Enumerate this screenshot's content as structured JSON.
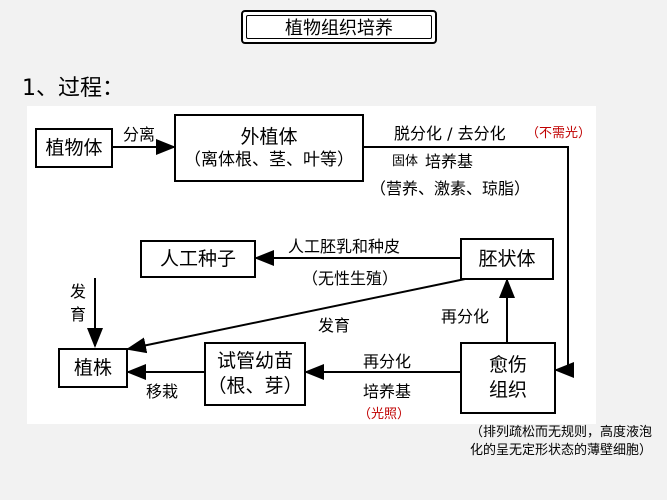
{
  "title": "植物组织培养",
  "heading": "1、过程：",
  "nodes": {
    "plant": "植物体",
    "explant_line1": "外植体",
    "explant_line2": "（离体根、茎、叶等）",
    "seed": "人工种子",
    "embryoid": "胚状体",
    "plantlet": "植株",
    "tube_line1": "试管幼苗",
    "tube_line2": "（根、芽）",
    "callus_line1": "愈伤",
    "callus_line2": "组织"
  },
  "labels": {
    "separate": "分离",
    "dediff": "脱分化 / 去分化",
    "no_light": "（不需光）",
    "solid": "固体",
    "medium": "培养基",
    "medium_contents": "（营养、激素、琼脂）",
    "artificial": "人工胚乳和种皮",
    "asexual": "（无性生殖）",
    "develop_left": "发",
    "develop_left2": "育",
    "develop_mid": "发育",
    "rediff_right": "再分化",
    "rediff_bottom": "再分化",
    "medium_bottom": "培养基",
    "light": "（光照）",
    "transplant": "移栽"
  },
  "note": "（排列疏松而无规则，高度液泡化的呈无定形状态的薄壁细胞）"
}
